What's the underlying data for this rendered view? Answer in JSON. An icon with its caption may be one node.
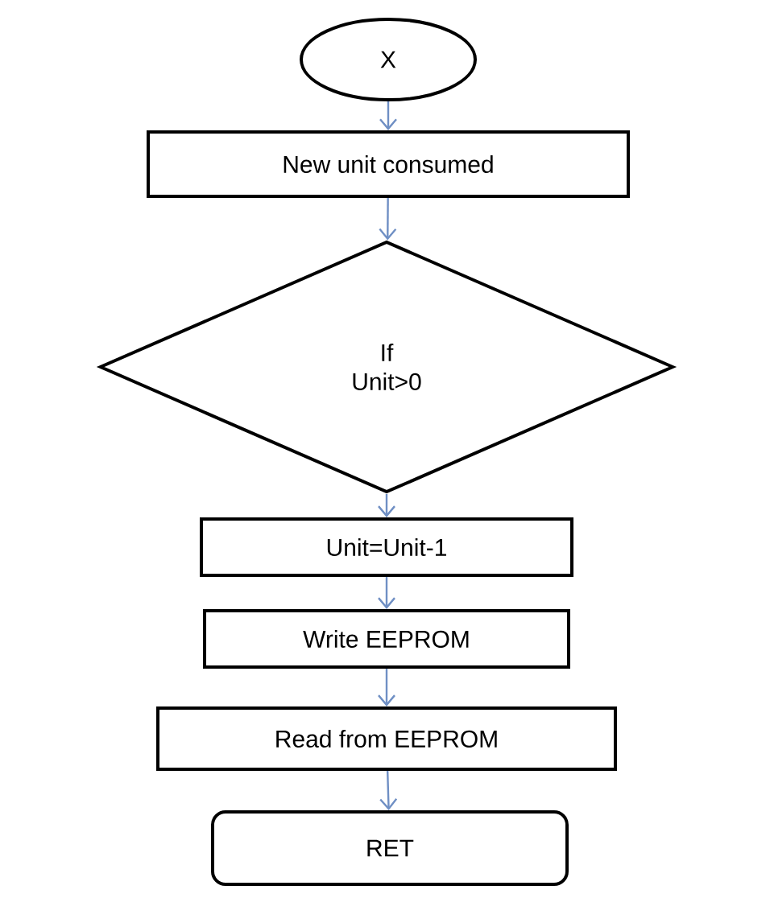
{
  "diagram": {
    "nodes": [
      {
        "text": [
          "X"
        ]
      },
      {
        "text": [
          "New unit consumed"
        ]
      },
      {
        "text": [
          "If Unit>0"
        ]
      },
      {
        "text": [
          "Unit=Unit-1"
        ]
      },
      {
        "text": [
          "Write EEPROM"
        ]
      },
      {
        "text": [
          "Read from EEPROM"
        ]
      },
      {
        "text": [
          "RET"
        ]
      }
    ],
    "edges": [
      {
        "from": 0,
        "to": 1,
        "arrow": "to"
      },
      {
        "from": 1,
        "to": 2,
        "arrow": "to"
      },
      {
        "from": 2,
        "to": 3,
        "arrow": "to"
      },
      {
        "from": 3,
        "to": 4,
        "arrow": "to"
      },
      {
        "from": 4,
        "to": 5,
        "arrow": "to"
      },
      {
        "from": 5,
        "to": 6,
        "arrow": "to"
      }
    ]
  }
}
